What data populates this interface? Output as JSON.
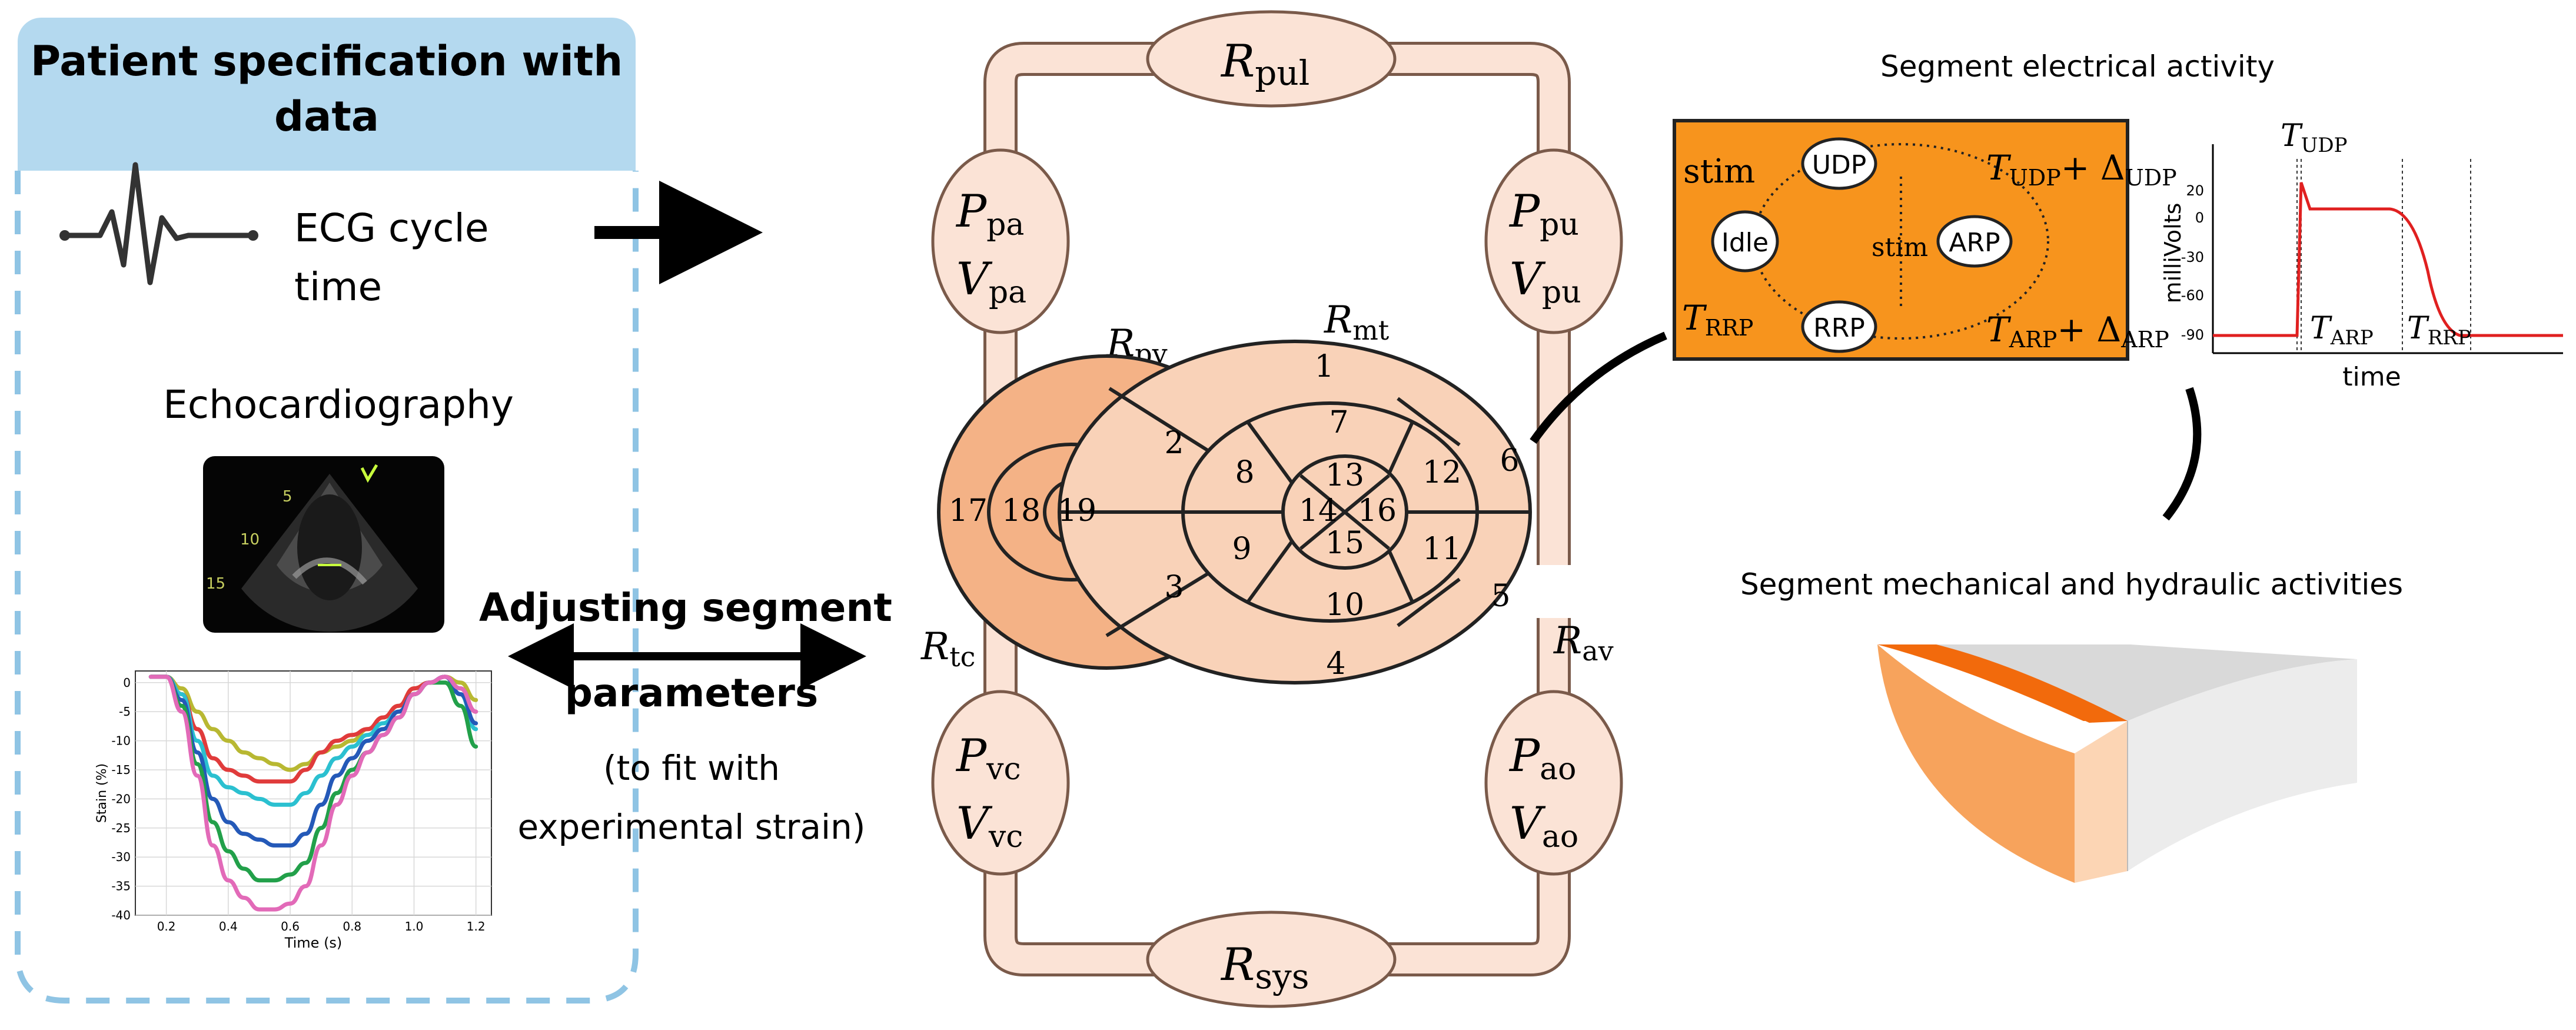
{
  "colors": {
    "panel_header": "#b4d9ef",
    "panel_border": "#8fc4e4",
    "vessel_fill": "#fbe3d6",
    "vessel_stroke": "#7a5a4a",
    "bullseye_light": "#f9d2b8",
    "bullseye_dark": "#f4b286",
    "electrical_box": "#f7941d",
    "mech_dark": "#f26a0c",
    "mech_mid": "#f7a35c",
    "mech_light": "#fcd5b4",
    "mech_grey": "#d9d9d9",
    "red_curve": "#e02020"
  },
  "left_panel": {
    "title_line1": "Patient specification with",
    "title_line2": "data",
    "ecg_label_line1": "ECG cycle",
    "ecg_label_line2": "time",
    "echo_label": "Echocardiography",
    "echo_tick_labels": [
      "5",
      "10",
      "15"
    ],
    "ecg_icon": "ecg-waveform-icon"
  },
  "middle_text": {
    "adjust_line1": "Adjusting segment",
    "adjust_line2": "parameters",
    "fit_line1": "(to fit with",
    "fit_line2": "experimental strain)"
  },
  "circulation": {
    "r_pul": {
      "main": "R",
      "sub": "pul"
    },
    "r_sys": {
      "main": "R",
      "sub": "sys"
    },
    "p_pa": {
      "main": "P",
      "sub": "pa"
    },
    "v_pa": {
      "main": "V",
      "sub": "pa"
    },
    "p_pu": {
      "main": "P",
      "sub": "pu"
    },
    "v_pu": {
      "main": "V",
      "sub": "pu"
    },
    "p_vc": {
      "main": "P",
      "sub": "vc"
    },
    "v_vc": {
      "main": "V",
      "sub": "vc"
    },
    "p_ao": {
      "main": "P",
      "sub": "ao"
    },
    "v_ao": {
      "main": "V",
      "sub": "ao"
    },
    "r_pv": {
      "main": "R",
      "sub": "pv"
    },
    "r_mt": {
      "main": "R",
      "sub": "mt"
    },
    "r_tc": {
      "main": "R",
      "sub": "tc"
    },
    "r_av": {
      "main": "R",
      "sub": "av"
    }
  },
  "bullseye": {
    "lv_outer": [
      "1",
      "2",
      "3",
      "4",
      "5",
      "6"
    ],
    "lv_mid": [
      "7",
      "8",
      "9",
      "10",
      "11",
      "12"
    ],
    "lv_apex": [
      "13",
      "14",
      "15",
      "16"
    ],
    "rv": [
      "17",
      "18",
      "19"
    ]
  },
  "electrical": {
    "title": "Segment electrical activity",
    "states": [
      "UDP",
      "ARP",
      "RRP",
      "Idle"
    ],
    "stim_left": "stim",
    "stim_center": "stim",
    "t_udp_delta": {
      "t": "T",
      "tsub": "UDP",
      "plus": "+ Δ",
      "dsub": "UDP"
    },
    "t_arp_delta": {
      "t": "T",
      "tsub": "ARP",
      "plus": "+ Δ",
      "dsub": "ARP"
    },
    "t_rrp": {
      "t": "T",
      "tsub": "RRP"
    }
  },
  "ap_plot": {
    "ylabel": "milliVolts",
    "xlabel": "time",
    "yticks": [
      "20",
      "0",
      "-30",
      "-60",
      "-90"
    ],
    "t_udp": {
      "t": "T",
      "sub": "UDP"
    },
    "t_arp": {
      "t": "T",
      "sub": "ARP"
    },
    "t_rrp": {
      "t": "T",
      "sub": "RRP"
    }
  },
  "mechanical": {
    "title": "Segment mechanical and hydraulic activities"
  },
  "chart_data": {
    "type": "line",
    "xlabel": "Time (s)",
    "ylabel": "Stain (%)",
    "xlim": [
      0.1,
      1.25
    ],
    "ylim": [
      -40,
      2
    ],
    "xticks": [
      "0.2",
      "0.4",
      "0.6",
      "0.8",
      "1.0",
      "1.2"
    ],
    "yticks": [
      "0",
      "-5",
      "-10",
      "-15",
      "-20",
      "-25",
      "-30",
      "-35",
      "-40"
    ],
    "grid": true,
    "series": [
      {
        "color": "#b8b832",
        "x": [
          0.15,
          0.2,
          0.25,
          0.3,
          0.35,
          0.4,
          0.45,
          0.5,
          0.55,
          0.6,
          0.65,
          0.7,
          0.75,
          0.8,
          0.85,
          0.9,
          0.95,
          1.0,
          1.05,
          1.1,
          1.15,
          1.2
        ],
        "y": [
          1,
          1,
          -1,
          -5,
          -8,
          -10,
          -12,
          -13,
          -14,
          -15,
          -14,
          -12,
          -11,
          -10,
          -8,
          -6,
          -4,
          -1,
          0,
          1,
          0,
          -3
        ]
      },
      {
        "color": "#e03b3b",
        "x": [
          0.15,
          0.2,
          0.25,
          0.3,
          0.35,
          0.4,
          0.45,
          0.5,
          0.55,
          0.6,
          0.65,
          0.7,
          0.75,
          0.8,
          0.85,
          0.9,
          0.95,
          1.0,
          1.05,
          1.1,
          1.15,
          1.2
        ],
        "y": [
          1,
          1,
          -2,
          -8,
          -13,
          -15,
          -16,
          -17,
          -17,
          -17,
          -15,
          -12,
          -10,
          -9,
          -8,
          -6,
          -4,
          -1,
          0,
          1,
          -1,
          -5
        ]
      },
      {
        "color": "#2bc0d0",
        "x": [
          0.15,
          0.2,
          0.25,
          0.3,
          0.35,
          0.4,
          0.45,
          0.5,
          0.55,
          0.6,
          0.65,
          0.7,
          0.75,
          0.8,
          0.85,
          0.9,
          0.95,
          1.0,
          1.05,
          1.1,
          1.15,
          1.2
        ],
        "y": [
          1,
          1,
          -2,
          -10,
          -16,
          -18,
          -19,
          -20,
          -21,
          -21,
          -19,
          -16,
          -13,
          -11,
          -9,
          -7,
          -5,
          -2,
          0,
          1,
          -2,
          -8
        ]
      },
      {
        "color": "#2459b8",
        "x": [
          0.15,
          0.2,
          0.25,
          0.3,
          0.35,
          0.4,
          0.45,
          0.5,
          0.55,
          0.6,
          0.65,
          0.7,
          0.75,
          0.8,
          0.85,
          0.9,
          0.95,
          1.0,
          1.05,
          1.1,
          1.15,
          1.2
        ],
        "y": [
          1,
          1,
          -3,
          -12,
          -20,
          -24,
          -26,
          -27,
          -28,
          -28,
          -26,
          -21,
          -16,
          -13,
          -10,
          -8,
          -5,
          -2,
          0,
          1,
          -2,
          -7
        ]
      },
      {
        "color": "#22a04a",
        "x": [
          0.15,
          0.2,
          0.25,
          0.3,
          0.35,
          0.4,
          0.45,
          0.5,
          0.55,
          0.6,
          0.65,
          0.7,
          0.75,
          0.8,
          0.85,
          0.9,
          0.95,
          1.0,
          1.05,
          1.1,
          1.15,
          1.2
        ],
        "y": [
          1,
          1,
          -4,
          -14,
          -24,
          -29,
          -32,
          -34,
          -34,
          -33,
          -31,
          -25,
          -19,
          -15,
          -12,
          -9,
          -6,
          -2,
          0,
          0,
          -4,
          -11
        ]
      },
      {
        "color": "#e26ab8",
        "x": [
          0.15,
          0.2,
          0.25,
          0.3,
          0.35,
          0.4,
          0.45,
          0.5,
          0.55,
          0.6,
          0.65,
          0.7,
          0.75,
          0.8,
          0.85,
          0.9,
          0.95,
          1.0,
          1.05,
          1.1,
          1.15,
          1.2
        ],
        "y": [
          1,
          1,
          -5,
          -16,
          -28,
          -34,
          -37,
          -39,
          -39,
          -38,
          -35,
          -28,
          -21,
          -16,
          -12,
          -9,
          -6,
          -2,
          0,
          1,
          -1,
          -5
        ]
      }
    ]
  }
}
